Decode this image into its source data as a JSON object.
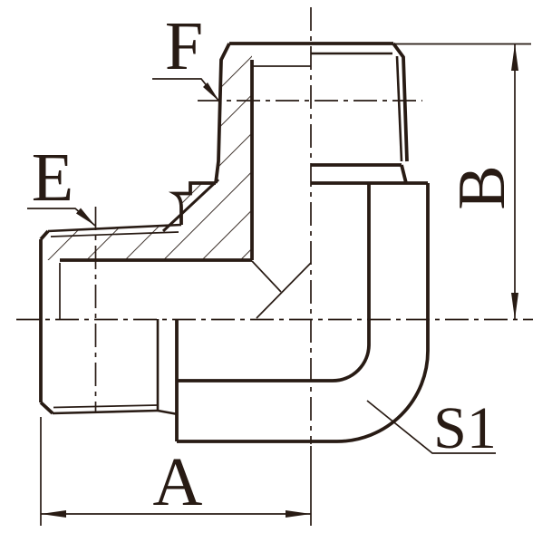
{
  "drawing": {
    "type": "technical-drawing",
    "subject": "90-degree male elbow hydraulic fitting, half-section view",
    "labels": {
      "top_thread": "F",
      "side_thread": "E",
      "horizontal_dimension": "A",
      "vertical_dimension": "B",
      "corner": "S1"
    },
    "colors": {
      "line": "#281b14",
      "background": "#ffffff"
    }
  }
}
